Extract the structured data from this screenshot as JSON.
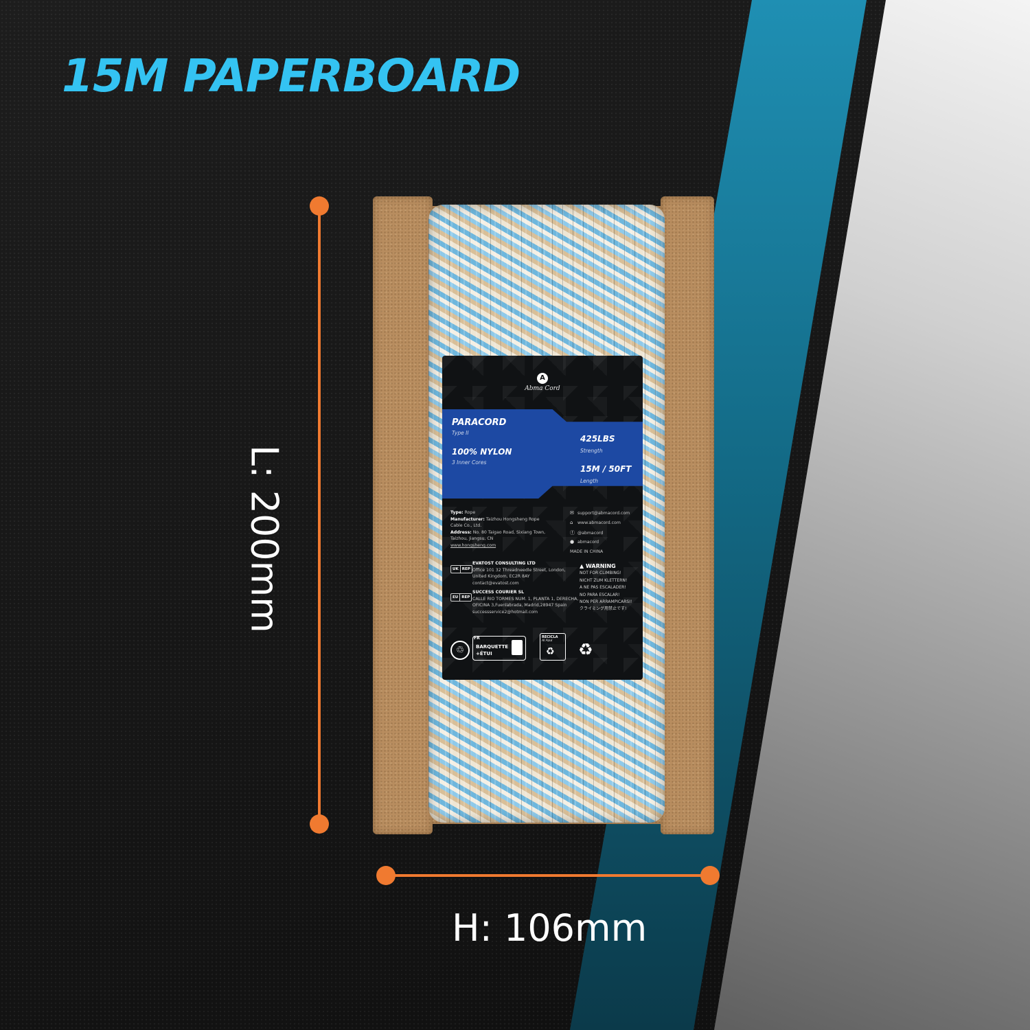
{
  "heading": "15M PAPERBOARD",
  "dimensions": {
    "length_label": "L: 200mm",
    "height_label": "H: 106mm"
  },
  "colors": {
    "accent_blue": "#34c3f2",
    "dimension_orange": "#f07a30",
    "label_band_blue": "#1d49a3"
  },
  "label": {
    "brand": "Abma Cord",
    "product": "PARACORD",
    "product_type": "Type II",
    "material": "100% NYLON",
    "cores": "3 Inner Cores",
    "strength_value": "425LBS",
    "strength_caption": "Strength",
    "length_value": "15M / 50FT",
    "length_caption": "Length",
    "type_key": "Type:",
    "type_value": "Rope",
    "manufacturer_key": "Manufacturer:",
    "manufacturer_value_1": "Taizhou Hongsheng Rope",
    "manufacturer_value_2": "Cable Co., Ltd.",
    "address_key": "Address:",
    "address_value_1": "No. 80 Taigao Road, Sixiang Town,",
    "address_value_2": "Taizhou, Jiangsu, CN",
    "website_mfr": "www.hongsheng.com",
    "contacts": [
      "support@abmacord.com",
      "www.abmacord.com",
      "@abmacord",
      "abmacord"
    ],
    "made_in": "MADE IN CHINA",
    "uk_rep_tag": [
      "UK",
      "REP"
    ],
    "uk_rep_name": "EVATOST CONSULTING LTD",
    "uk_rep_lines": [
      "Office 101 32 Threadneedle Street, London,",
      "United Kingdom, EC2R 8AY",
      "contact@evatost.com"
    ],
    "eu_rep_tag": [
      "EU",
      "REP"
    ],
    "eu_rep_name": "SUCCESS COURIER SL",
    "eu_rep_lines": [
      "CALLE RIO TORMES NUM. 1, PLANTA 1, DERECHA,",
      "OFICINA 3,Fuenlabrada, Madrid,28947 Spain",
      "successservice2@hotmail.com"
    ],
    "warning_title": "WARNING",
    "warnings": [
      "NOT FOR CLIMBING!",
      "NICHT ZUM KLETTERN!",
      "A NE PAS ESCALADER!",
      "NO PARA ESCALAR!",
      "NON PER ARRAMPICARSI!",
      "クライミング用禁止です!"
    ],
    "fr_tag": "FR",
    "fr_line_1": "BARQUETTE",
    "fr_line_2": "+ÉTUI",
    "recicla_1": "RECICLA",
    "recicla_2": "Al Azul"
  }
}
